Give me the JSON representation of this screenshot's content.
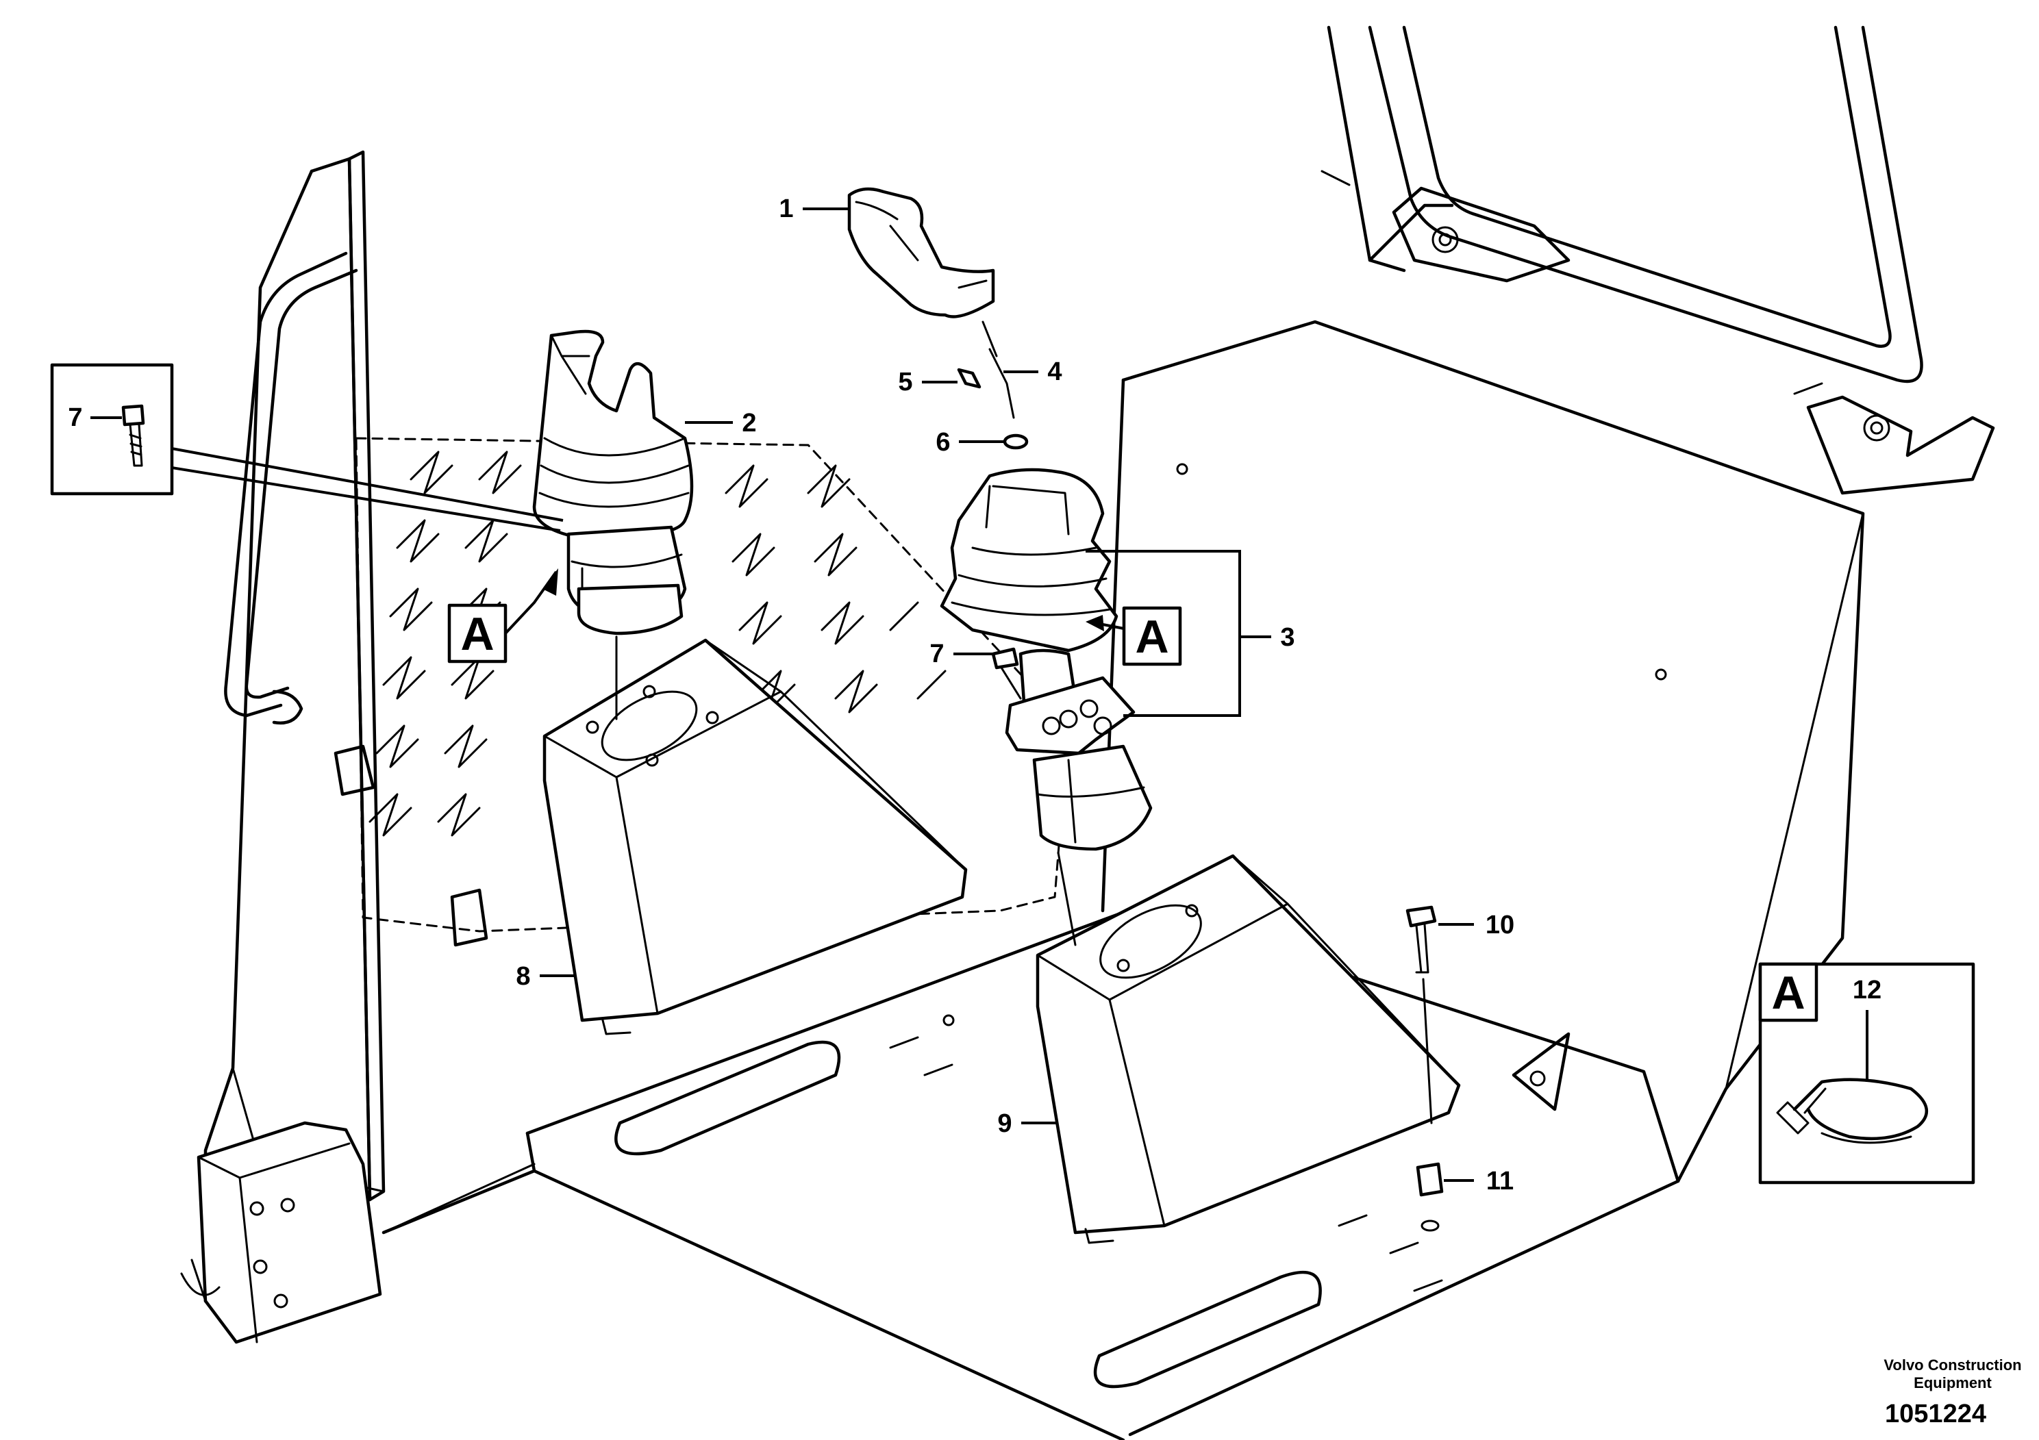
{
  "callouts": {
    "c1": "1",
    "c2": "2",
    "c3": "3",
    "c4": "4",
    "c5": "5",
    "c6": "6",
    "c7a": "7",
    "c7b": "7",
    "c8": "8",
    "c9": "9",
    "c10": "10",
    "c11": "11",
    "c12": "12"
  },
  "badges": {
    "left": "A",
    "right": "A",
    "detail": "A"
  },
  "credit": {
    "line1": "Volvo Construction",
    "line2": "Equipment"
  },
  "document_number": "1051224"
}
